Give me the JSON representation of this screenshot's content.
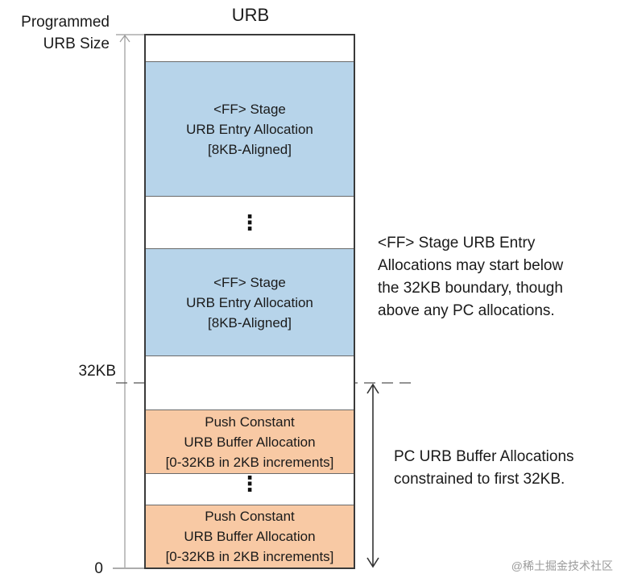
{
  "left_axis": {
    "title_line1": "Programmed",
    "title_line2": "URB Size",
    "mark_32kb": "32KB",
    "mark_zero": "0"
  },
  "urb": {
    "title": "URB",
    "ff_block_1": {
      "line1": "<FF> Stage",
      "line2": "URB Entry Allocation",
      "line3": "[8KB-Aligned]"
    },
    "ff_block_2": {
      "line1": "<FF> Stage",
      "line2": "URB Entry Allocation",
      "line3": "[8KB-Aligned]"
    },
    "pc_block_1": {
      "line1": "Push Constant",
      "line2": "URB Buffer Allocation",
      "line3": "[0-32KB in 2KB increments]"
    },
    "pc_block_2": {
      "line1": "Push Constant",
      "line2": "URB Buffer Allocation",
      "line3": "[0-32KB in 2KB increments]"
    },
    "ellipsis": "⋮"
  },
  "notes": {
    "ff_note": [
      "<FF> Stage URB Entry",
      "Allocations may start below",
      "the 32KB boundary, though",
      "above any PC allocations."
    ],
    "pc_note": [
      "PC URB Buffer Allocations",
      "constrained to first 32KB."
    ]
  },
  "watermark": "@稀土掘金技术社区",
  "colors": {
    "ff_fill": "#b7d4ea",
    "pc_fill": "#f8c9a4",
    "outline": "#3a3a3a"
  }
}
